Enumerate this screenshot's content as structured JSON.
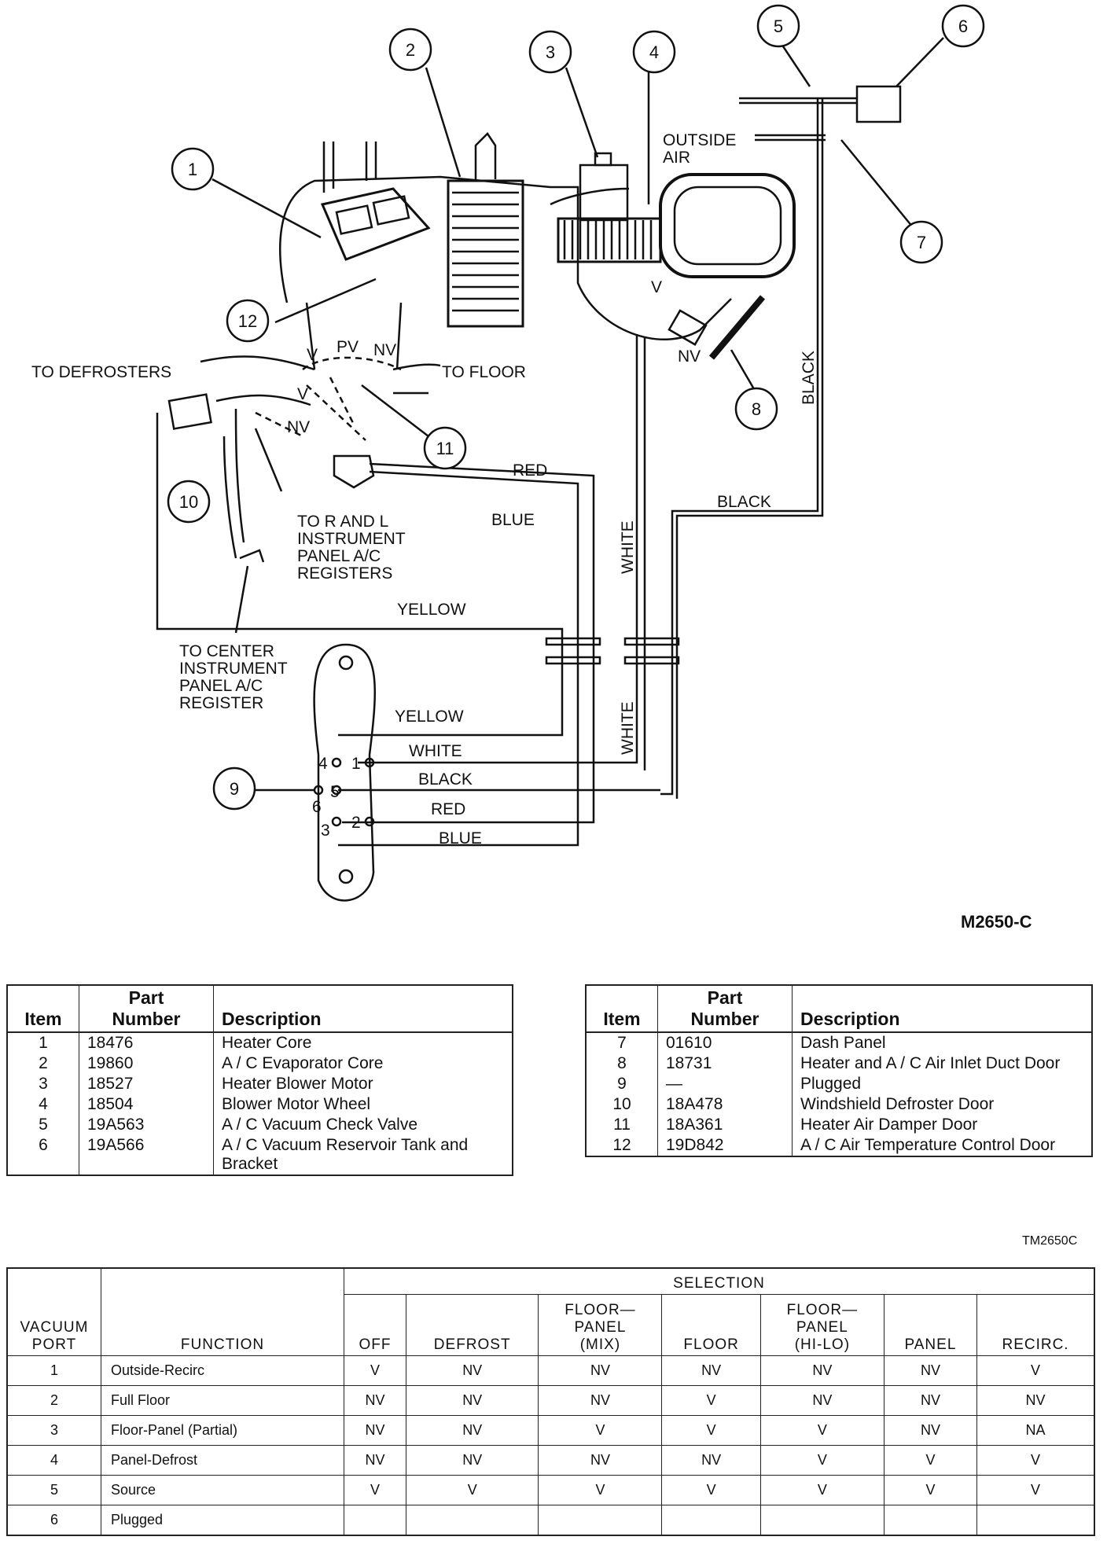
{
  "diagram": {
    "callouts": [
      "1",
      "2",
      "3",
      "4",
      "5",
      "6",
      "7",
      "8",
      "9",
      "10",
      "11",
      "12"
    ],
    "labels": {
      "outside_air": "OUTSIDE\nAIR",
      "to_defrosters": "TO DEFROSTERS",
      "to_floor": "TO FLOOR",
      "to_r_and_l": "TO R AND L\nINSTRUMENT\nPANEL A/C\nREGISTERS",
      "to_center": "TO CENTER\nINSTRUMENT\nPANEL A/C\nREGISTER",
      "v1": "V",
      "pv": "PV",
      "nv1": "NV",
      "v2": "V",
      "nv2": "NV",
      "v3": "V",
      "nv3": "NV"
    },
    "hose_labels": {
      "red": "RED",
      "blue": "BLUE",
      "yellow": "YELLOW",
      "black": "BLACK",
      "black_vertical": "BLACK",
      "white_vertical_upper": "WHITE",
      "white_vertical_lower": "WHITE",
      "yellow_port": "YELLOW",
      "white_port": "WHITE",
      "black_port": "BLACK",
      "red_port": "RED",
      "blue_port": "BLUE"
    },
    "ports": [
      "4",
      "1",
      "5",
      "6",
      "2",
      "3"
    ],
    "figure_id": "M2650-C"
  },
  "parts_table": {
    "headers": {
      "item": "Item",
      "part_number": "Part\nNumber",
      "description": "Description"
    },
    "left": [
      {
        "item": "1",
        "part": "18476",
        "desc": "Heater Core"
      },
      {
        "item": "2",
        "part": "19860",
        "desc": "A / C Evaporator Core"
      },
      {
        "item": "3",
        "part": "18527",
        "desc": "Heater Blower Motor"
      },
      {
        "item": "4",
        "part": "18504",
        "desc": "Blower Motor Wheel"
      },
      {
        "item": "5",
        "part": "19A563",
        "desc": "A / C Vacuum Check Valve"
      },
      {
        "item": "6",
        "part": "19A566",
        "desc": "A / C Vacuum Reservoir Tank and Bracket"
      }
    ],
    "right": [
      {
        "item": "7",
        "part": "01610",
        "desc": "Dash Panel"
      },
      {
        "item": "8",
        "part": "18731",
        "desc": "Heater and A / C Air Inlet Duct Door"
      },
      {
        "item": "9",
        "part": "—",
        "desc": "Plugged"
      },
      {
        "item": "10",
        "part": "18A478",
        "desc": "Windshield Defroster Door"
      },
      {
        "item": "11",
        "part": "18A361",
        "desc": "Heater Air Damper Door"
      },
      {
        "item": "12",
        "part": "19D842",
        "desc": "A / C Air Temperature Control Door"
      }
    ],
    "table_id": "TM2650C"
  },
  "vacuum_table": {
    "header_port": "VACUUM\nPORT",
    "header_function": "FUNCTION",
    "header_selection": "SELECTION",
    "columns": [
      "OFF",
      "DEFROST",
      "FLOOR—\nPANEL\n(MIX)",
      "FLOOR",
      "FLOOR—\nPANEL\n(HI-LO)",
      "PANEL",
      "RECIRC."
    ],
    "rows": [
      {
        "port": "1",
        "function": "Outside-Recirc",
        "values": [
          "V",
          "NV",
          "NV",
          "NV",
          "NV",
          "NV",
          "V"
        ]
      },
      {
        "port": "2",
        "function": "Full Floor",
        "values": [
          "NV",
          "NV",
          "NV",
          "V",
          "NV",
          "NV",
          "NV"
        ]
      },
      {
        "port": "3",
        "function": "Floor-Panel (Partial)",
        "values": [
          "NV",
          "NV",
          "V",
          "V",
          "V",
          "NV",
          "NA"
        ]
      },
      {
        "port": "4",
        "function": "Panel-Defrost",
        "values": [
          "NV",
          "NV",
          "NV",
          "NV",
          "V",
          "V",
          "V"
        ]
      },
      {
        "port": "5",
        "function": "Source",
        "values": [
          "V",
          "V",
          "V",
          "V",
          "V",
          "V",
          "V"
        ]
      },
      {
        "port": "6",
        "function": "Plugged",
        "values": [
          "",
          "",
          "",
          "",
          "",
          "",
          ""
        ]
      }
    ]
  }
}
